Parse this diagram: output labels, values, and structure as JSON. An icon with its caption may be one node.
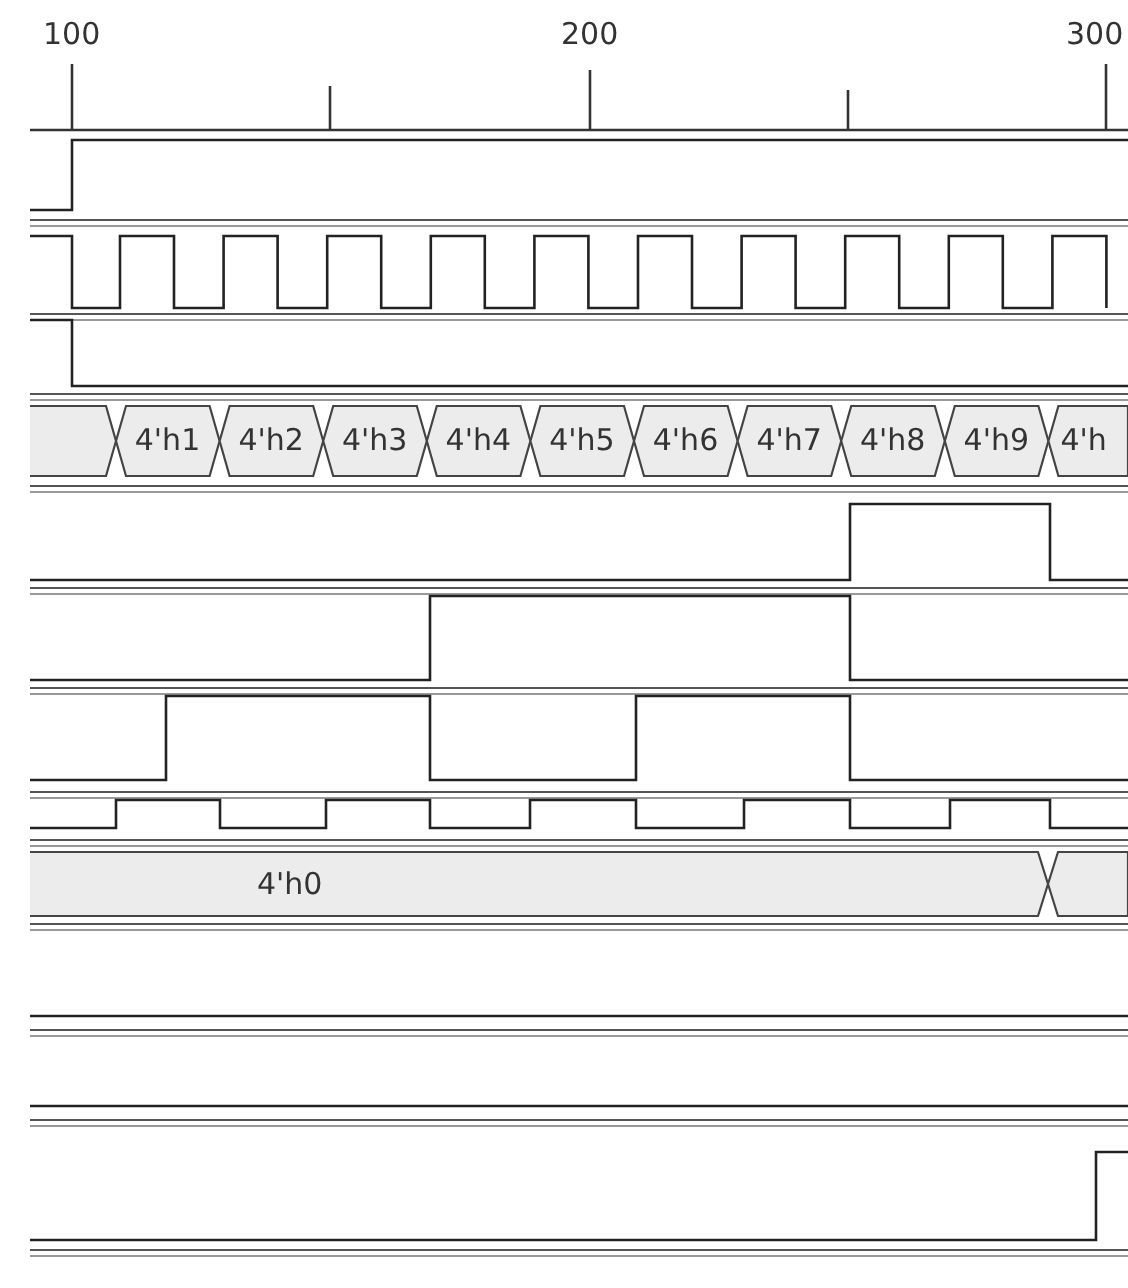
{
  "diagram": {
    "labels": [
      "100",
      "200",
      "300",
      "4'h1",
      "4'h2",
      "4'h3",
      "4'h4",
      "4'h5",
      "4'h6",
      "4'h7",
      "4'h8",
      "4'h9",
      "4'h",
      "4'h0"
    ]
  }
}
